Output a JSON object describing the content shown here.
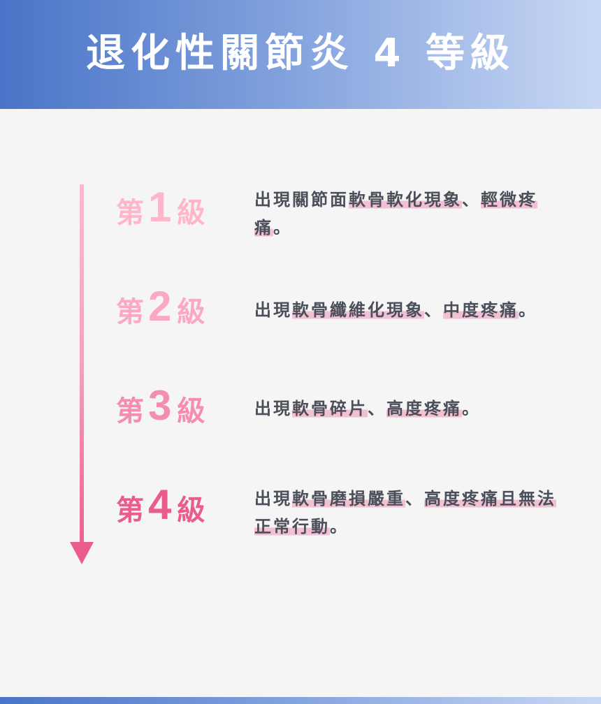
{
  "header": {
    "title": "退化性關節炎 4 等級"
  },
  "colors": {
    "header_start": "#4a74c8",
    "header_end": "#c8d8f4",
    "text": "#4b4f59"
  },
  "levels": [
    {
      "prefix": "第",
      "number": "1",
      "suffix": "級",
      "color": "#ffb5ca",
      "desc_parts": [
        {
          "text": "出現關節面",
          "hl": false
        },
        {
          "text": "軟骨軟化現象",
          "hl": true
        },
        {
          "text": "、",
          "hl": false
        },
        {
          "text": "輕微疼痛",
          "hl": true
        },
        {
          "text": "。",
          "hl": false
        }
      ]
    },
    {
      "prefix": "第",
      "number": "2",
      "suffix": "級",
      "color": "#fda8c2",
      "desc_parts": [
        {
          "text": "出現",
          "hl": false
        },
        {
          "text": "軟骨纖維化現象",
          "hl": true
        },
        {
          "text": "、",
          "hl": false
        },
        {
          "text": "中度疼痛",
          "hl": true
        },
        {
          "text": "。",
          "hl": false
        }
      ]
    },
    {
      "prefix": "第",
      "number": "3",
      "suffix": "級",
      "color": "#f48eb1",
      "desc_parts": [
        {
          "text": "出現",
          "hl": false
        },
        {
          "text": "軟骨碎片",
          "hl": true
        },
        {
          "text": "、",
          "hl": false
        },
        {
          "text": "高度疼痛",
          "hl": true
        },
        {
          "text": "。",
          "hl": false
        }
      ]
    },
    {
      "prefix": "第",
      "number": "4",
      "suffix": "級",
      "color": "#ea5c8a",
      "desc_parts": [
        {
          "text": "出現",
          "hl": false
        },
        {
          "text": "軟骨磨損嚴重",
          "hl": true
        },
        {
          "text": "、",
          "hl": false
        },
        {
          "text": "高度疼痛且無法正常行動",
          "hl": true
        },
        {
          "text": "。",
          "hl": false
        }
      ]
    }
  ]
}
